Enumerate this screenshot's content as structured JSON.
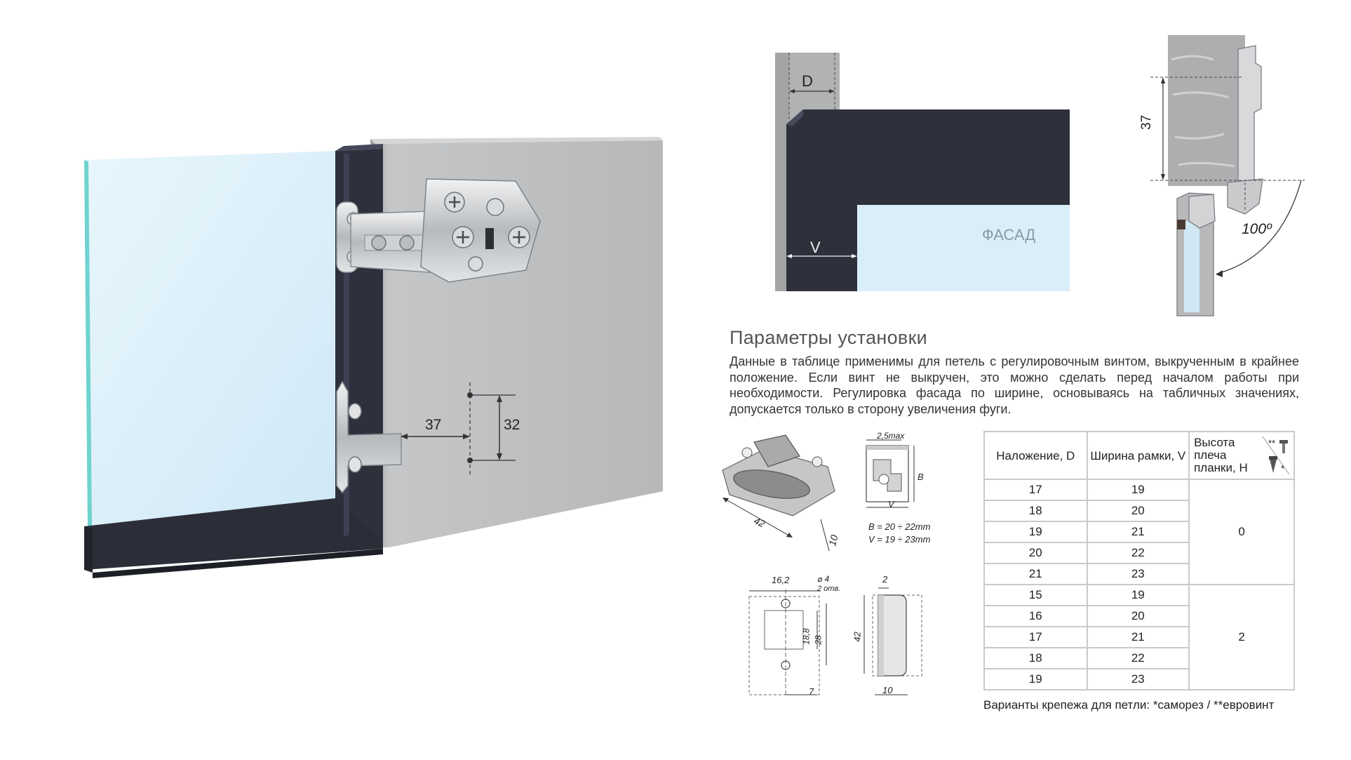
{
  "colors": {
    "frame": "#2e313c",
    "panel": "#b9bbbd",
    "glass": "#d9eef9",
    "glass_edge": "#6fd3cf",
    "table_border": "#c9c9c9"
  },
  "hero": {
    "dim_37": "37",
    "dim_32": "32"
  },
  "cross_section": {
    "label_d": "D",
    "label_v": "V",
    "label_facade": "ФАСАД"
  },
  "side_view": {
    "dim_37": "37",
    "angle": "100º"
  },
  "section": {
    "title": "Параметры установки",
    "description": "Данные в таблице применимы для петель с регулировочным винтом, выкрученным в крайнее положение. Если винт не выкручен, это можно сделать перед началом работы при необходимости. Регулировка фасада по ширине, основываясь на табличных значениях, допускается только в сторону увеличения фуги."
  },
  "drawings": {
    "plate_dim_42": "42",
    "plate_dim_10": "10",
    "profile_dim_25max": "2,5max",
    "profile_label_b": "B",
    "profile_label_v": "V",
    "profile_b_range": "B = 20 ÷ 22mm",
    "profile_v_range": "V = 19 ÷ 23mm",
    "hole_dim_162": "16,2",
    "hole_dim_d4": "⌀ 4",
    "hole_dim_2holes": "2 отв.",
    "hole_dim_188": "18,8",
    "hole_dim_28": "28",
    "hole_dim_7": "7",
    "cup_dim_2": "2",
    "cup_dim_42": "42",
    "cup_dim_10": "10"
  },
  "table": {
    "headers": [
      "Наложение, D",
      "Ширина рамки, V",
      "Высота плеча планки, H"
    ],
    "header_icons": {
      "double_star": "**",
      "single_star": "*"
    },
    "groups": [
      {
        "h": "0",
        "rows": [
          [
            "17",
            "19"
          ],
          [
            "18",
            "20"
          ],
          [
            "19",
            "21"
          ],
          [
            "20",
            "22"
          ],
          [
            "21",
            "23"
          ]
        ]
      },
      {
        "h": "2",
        "rows": [
          [
            "15",
            "19"
          ],
          [
            "16",
            "20"
          ],
          [
            "17",
            "21"
          ],
          [
            "18",
            "22"
          ],
          [
            "19",
            "23"
          ]
        ]
      }
    ]
  },
  "footnote": "Варианты крепежа для петли: *саморез / **евровинт"
}
